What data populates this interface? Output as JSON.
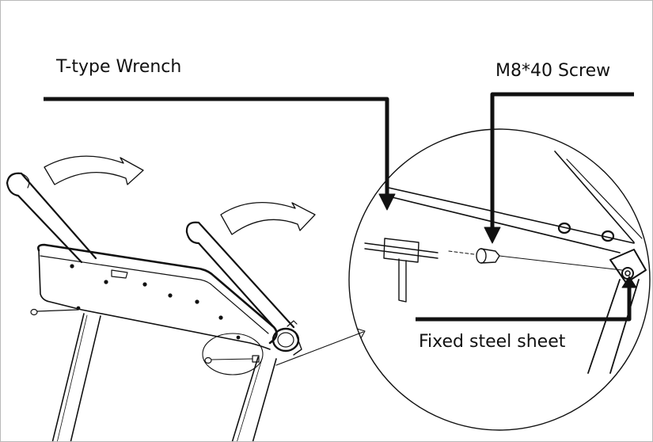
{
  "labels": {
    "wrench": "T-type Wrench",
    "screw": "M8*40 Screw",
    "sheet": "Fixed steel sheet"
  },
  "colors": {
    "line": "#111111",
    "background": "#ffffff",
    "border": "#b9b9b9"
  }
}
